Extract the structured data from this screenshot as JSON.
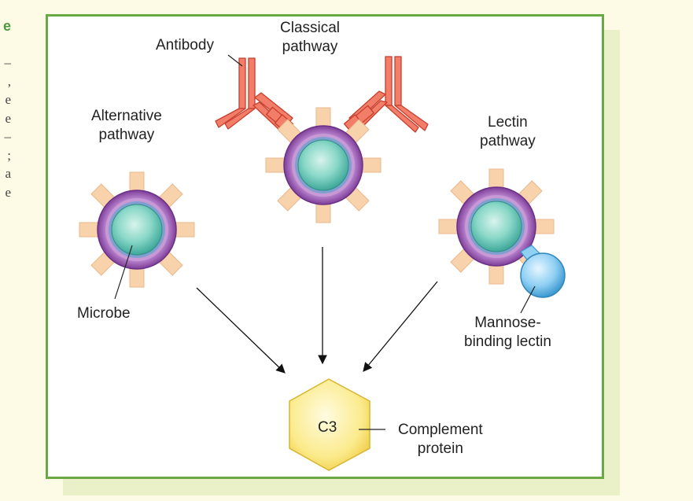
{
  "side_text": {
    "heading": "e",
    "lines": [
      "–",
      ",",
      "e",
      "e",
      "–",
      ";",
      "a",
      "e"
    ]
  },
  "labels": {
    "antibody": "Antibody",
    "classical": "Classical\npathway",
    "alternative": "Alternative\npathway",
    "lectin": "Lectin\npathway",
    "microbe": "Microbe",
    "mannose": "Mannose-\nbinding lectin",
    "c3": "C3",
    "complement": "Complement\nprotein"
  },
  "colors": {
    "panel_border": "#6aa843",
    "microbe_membrane": "#9a5ab0",
    "microbe_core": "#7fd3c3",
    "spike": "#f6cfa8",
    "antibody": "#e8604e",
    "lectin": "#8ecff2",
    "c3": "#fbe987"
  }
}
